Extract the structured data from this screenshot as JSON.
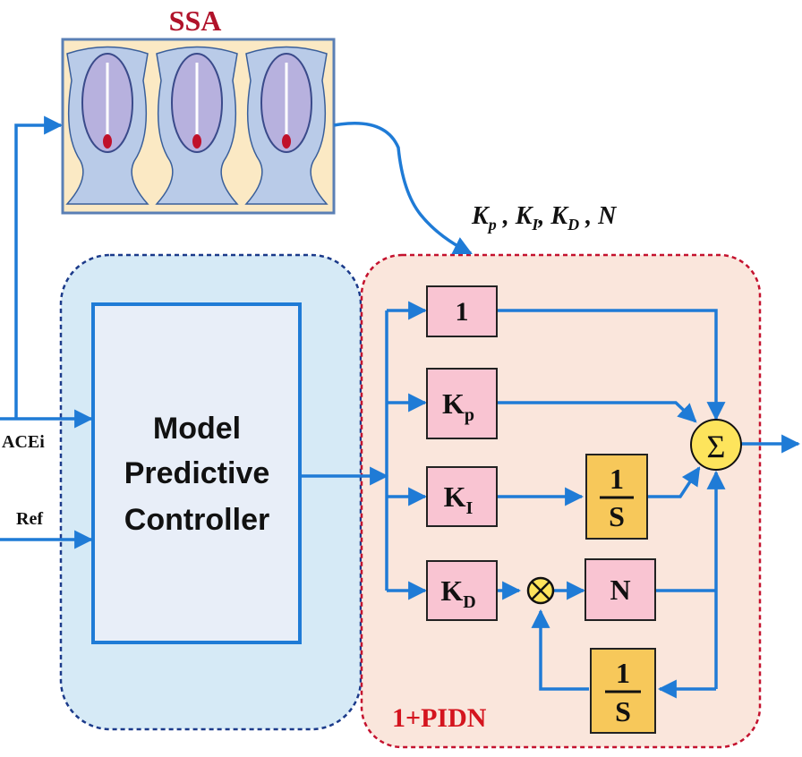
{
  "colors": {
    "arrow": "#1f7bd6",
    "mpc_region_fill": "#d6eaf6",
    "mpc_region_border": "#1b3a8a",
    "mpc_box_fill": "#e8eef8",
    "mpc_box_border": "#1f7bd6",
    "pidn_region_fill": "#fae6dc",
    "pidn_region_border": "#c4122e",
    "gain_block_fill": "#f9c4d2",
    "integrator_block_fill": "#f7c85a",
    "sum_fill": "#fde45c",
    "ssa_fill": "#fbe9c4",
    "ssa_title": "#b0122a",
    "pidn_label": "#d4141e"
  },
  "ssa": {
    "title": "SSA"
  },
  "params_label": {
    "k": "K",
    "p": "p",
    "i": "I",
    "d": "D",
    "n": "N"
  },
  "inputs": {
    "acei": "ACEi",
    "ref": "Ref"
  },
  "mpc": {
    "line1": "Model",
    "line2": "Predictive",
    "line3": "Controller"
  },
  "pidn": {
    "label": "1+PIDN",
    "block_one": "1",
    "kp": {
      "main": "K",
      "sub": "p"
    },
    "ki": {
      "main": "K",
      "sub": "I"
    },
    "kd": {
      "main": "K",
      "sub": "D"
    },
    "integ_num": "1",
    "integ_den": "S",
    "n_block": "N",
    "multiply_symbol": "⊗",
    "sum_symbol": "Σ"
  }
}
